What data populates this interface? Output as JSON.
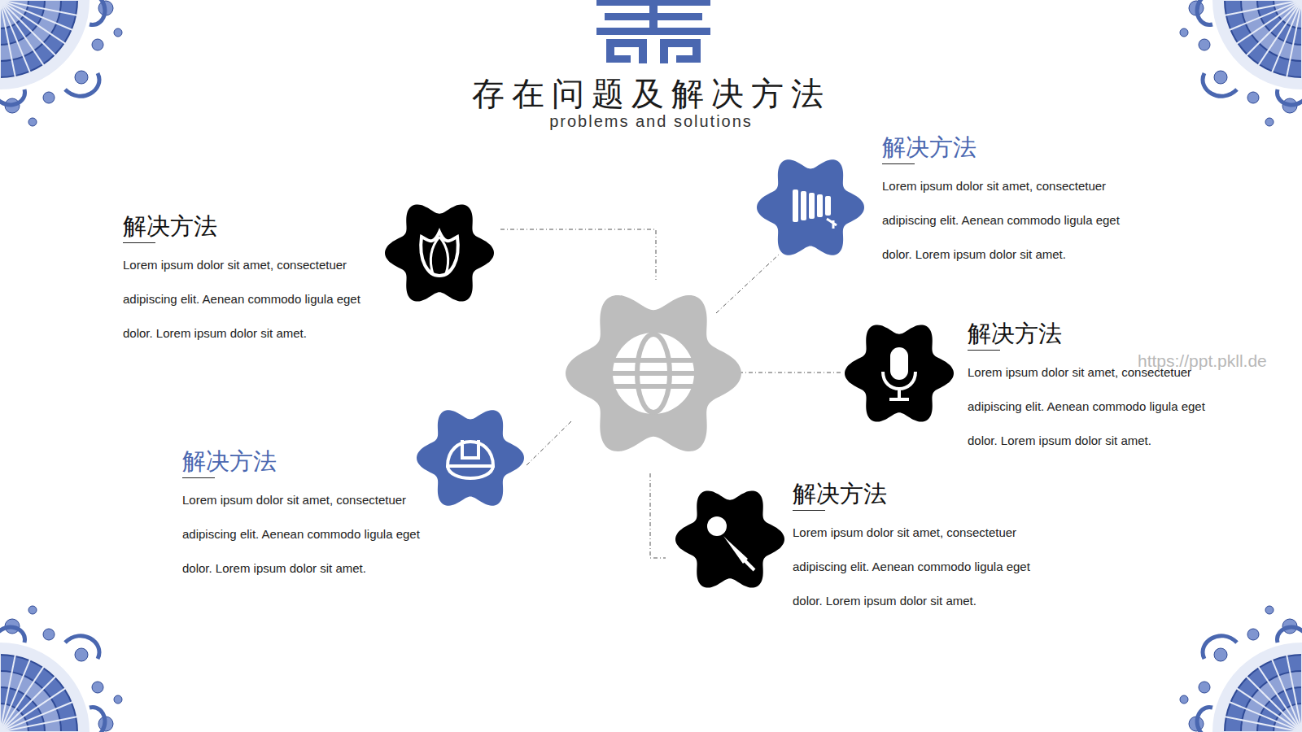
{
  "diagram": {
    "title": "存在问题及解决方法",
    "nodes": [
      {
        "text": [
          "解决方法",
          "Lorem ipsum dolor sit amet, consectetuer adipiscing elit. Aenean commodo ligula eget dolor. Lorem ipsum dolor sit amet."
        ]
      },
      {
        "text": [
          "解决方法",
          "Lorem ipsum dolor sit amet, consectetuer adipiscing elit. Aenean commodo ligula eget dolor. Lorem ipsum dolor sit amet."
        ]
      },
      {
        "text": [
          "解决方法",
          "Lorem ipsum dolor sit amet, consectetuer adipiscing elit. Aenean commodo ligula eget dolor. Lorem ipsum dolor sit amet."
        ]
      },
      {
        "text": [
          "解决方法",
          "Lorem ipsum dolor sit amet, consectetuer adipiscing elit. Aenean commodo ligula eget dolor. Lorem ipsum dolor sit amet."
        ]
      },
      {
        "text": [
          "解决方法",
          "Lorem ipsum dolor sit amet, consectetuer adipiscing elit. Aenean commodo ligula eget dolor. Lorem ipsum dolor sit amet."
        ]
      }
    ],
    "labels": [
      "problems and solutions",
      "https://ppt.pkll.de"
    ]
  }
}
